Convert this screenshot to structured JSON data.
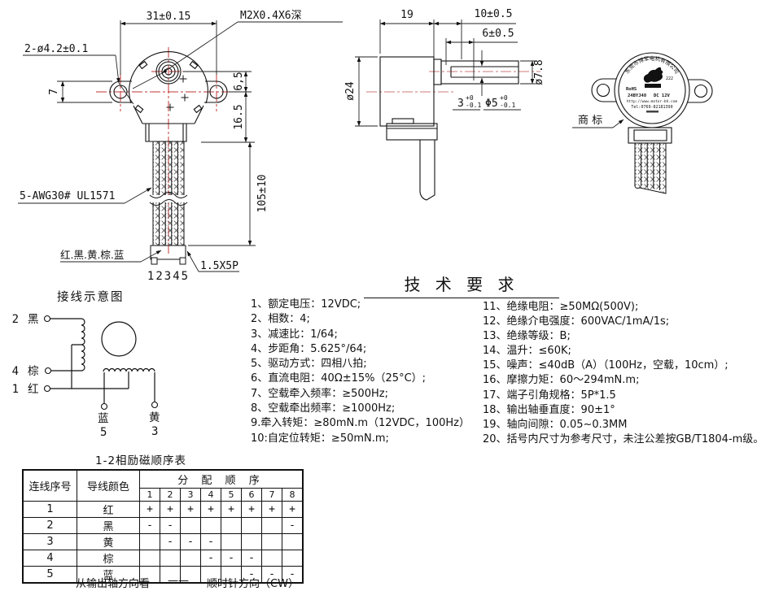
{
  "front_view": {
    "dim_width": "31±0.15",
    "thread_note": "M2X0.4X6深",
    "holes_note": "2-ø4.2±0.1",
    "dim_ear": "7",
    "dim_shaft_offset": "6,5",
    "dim_body_bottom": "16.5",
    "dim_wire_length": "105±10",
    "wire_spec": "5-AWG30# UL1571",
    "wire_colors": "红.黑.黄.棕.蓝",
    "pin_numbers": "12345",
    "connector_spec": "1.5X5P"
  },
  "side_view": {
    "dim_body_len": "19",
    "dim_shaft_len": "10±0.5",
    "dim_flat_len": "6±0.5",
    "dim_body_dia": "ø24",
    "dim_shaft_dia": "ø7.8",
    "dim_flat": "3",
    "dim_flat_tol_top": "+0",
    "dim_flat_tol_bot": "-0.1",
    "dim_shaft2": "Φ5",
    "dim_shaft2_tol_top": "+0",
    "dim_shaft2_tol_bot": "-0.1"
  },
  "back_view": {
    "trademark_label": "商 标",
    "label_company": "东莞市博军电机有限公司",
    "label_rohs": "RoHS",
    "label_logo_mark": "222",
    "label_model": "24BYJ48",
    "label_voltage": "DC 12V",
    "label_url": "http://www.motor-bh.com",
    "label_tel": "Tel:0769-82181390"
  },
  "wiring": {
    "title": "接线示意图",
    "t2_num": "2",
    "t2_color": "黑",
    "t4_num": "4",
    "t4_color": "棕",
    "t1_num": "1",
    "t1_color": "红",
    "t5_num": "5",
    "t5_color": "蓝",
    "t3_num": "3",
    "t3_color": "黄"
  },
  "tech": {
    "title": "技 术 要 求",
    "left": [
      "1、额定电压：12VDC;",
      "2、相数：4;",
      "3、减速比：1/64;",
      "4、步距角：5.625°/64;",
      "5、驱动方式：四相八拍;",
      "6、直流电阻：40Ω±15%（25°C）;",
      "7、空载牵入频率：≥500Hz;",
      "8、空载牵出频率：≥1000Hz;",
      "9.牵入转矩：≥80mN.m（12VDC，100Hz）",
      "10:自定位转矩：≥50mN.m;"
    ],
    "right": [
      "11、绝缘电阻：≥50MΩ(500V);",
      "12、绝缘介电强度：600VAC/1mA/1s;",
      "13、绝缘等级：B;",
      "14、温升：≤60K;",
      "15、噪声：≤40dB（A）（100Hz，空载，10cm）;",
      "16、摩擦力矩：60～294mN.m;",
      "17、端子引角规格：5P*1.5",
      "18、输出轴垂直度：90±1°",
      "19、轴向间隙：0.05~0.3MM",
      "20、括号内尺寸为参考尺寸，未注公差按GB/T1804-m级。"
    ]
  },
  "seq_table": {
    "title": "1-2相励磁顺序表",
    "col_wire_no": "连线序号",
    "col_wire_color": "导线颜色",
    "col_sequence": "分 配 顺 序",
    "steps": [
      "1",
      "2",
      "3",
      "4",
      "5",
      "6",
      "7",
      "8"
    ],
    "rows": [
      {
        "no": "1",
        "color": "红",
        "cells": [
          "+",
          "+",
          "+",
          "+",
          "+",
          "+",
          "+",
          "+"
        ]
      },
      {
        "no": "2",
        "color": "黑",
        "cells": [
          "-",
          "-",
          "",
          "",
          "",
          "",
          "",
          "-"
        ]
      },
      {
        "no": "3",
        "color": "黄",
        "cells": [
          "",
          "-",
          "-",
          "-",
          "",
          "",
          "",
          ""
        ]
      },
      {
        "no": "4",
        "color": "棕",
        "cells": [
          "",
          "",
          "",
          "-",
          "-",
          "-",
          "",
          ""
        ]
      },
      {
        "no": "5",
        "color": "蓝",
        "cells": [
          "",
          "",
          "",
          "",
          "",
          "-",
          "-",
          "-"
        ]
      }
    ],
    "footer_view": "从输出轴方向看",
    "footer_dash": "——",
    "footer_dir": "顺时针方向（CW）"
  }
}
